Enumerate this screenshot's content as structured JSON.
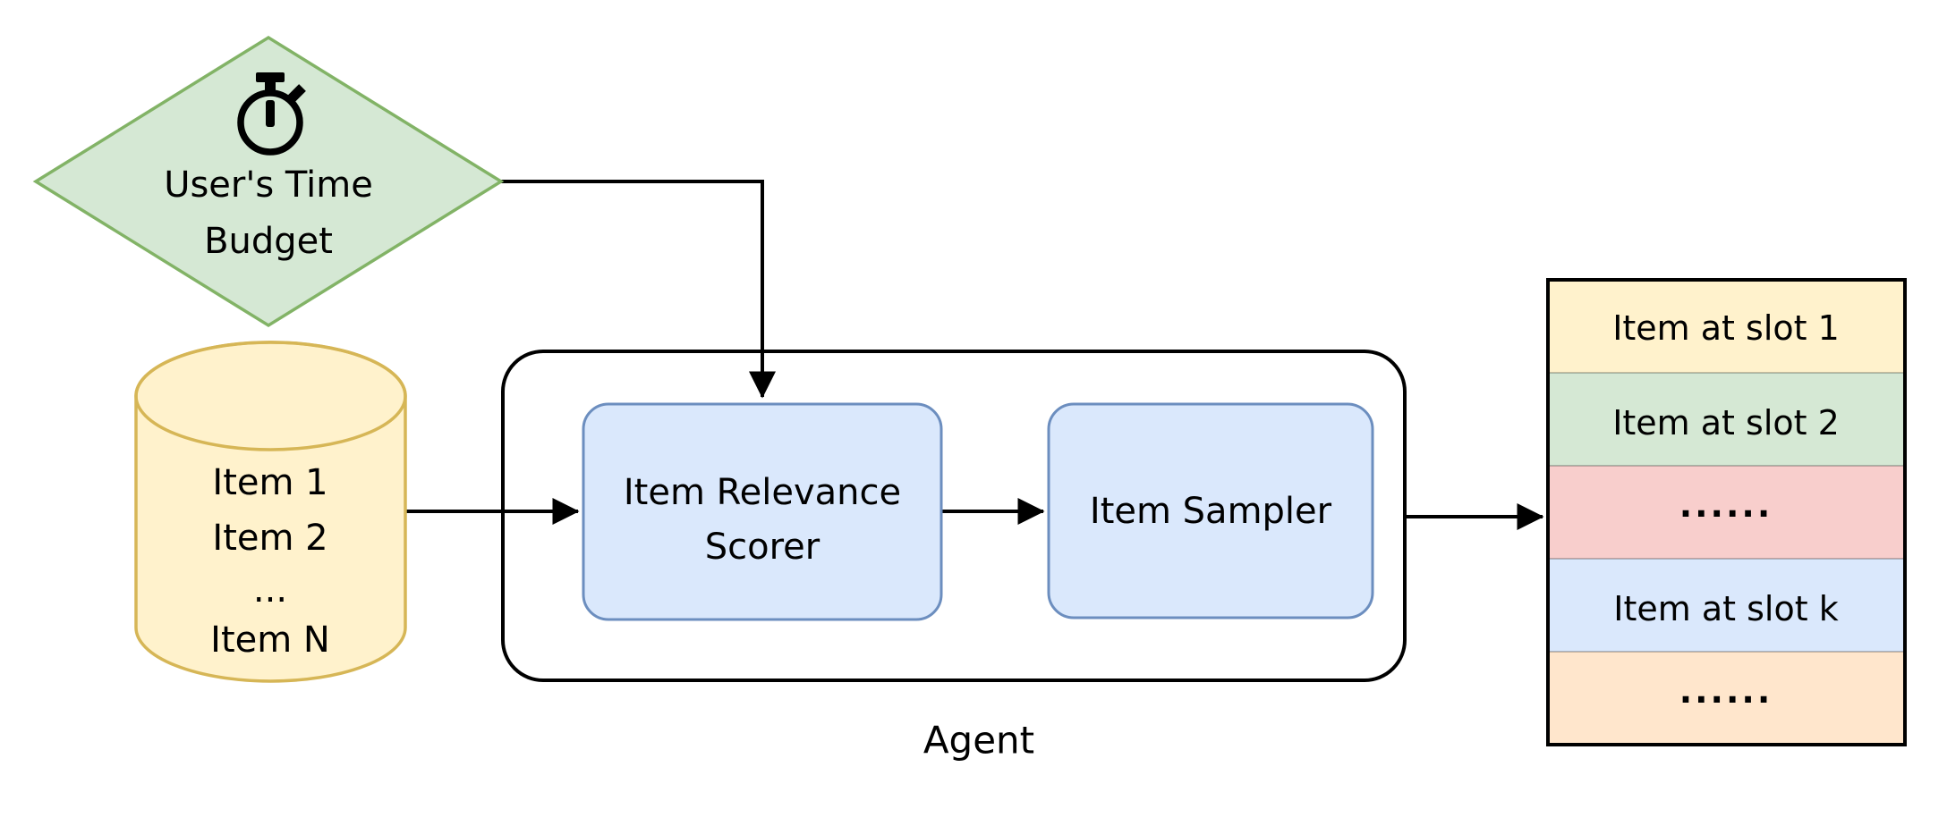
{
  "diagram_title": "Agent",
  "nodes": {
    "time_budget": {
      "icon": "stopwatch-icon",
      "label_line1": "User's Time",
      "label_line2": "Budget",
      "fill": "#d5e8d4",
      "border": "#82b366"
    },
    "item_pool": {
      "line1": "Item 1",
      "line2": "Item 2",
      "line3": "...",
      "line4": "Item N",
      "fill": "#fff2cc",
      "border": "#d6b656"
    },
    "agent": {
      "label": "Agent",
      "border": "#000000"
    },
    "scorer": {
      "label_line1": "Item Relevance",
      "label_line2": "Scorer",
      "fill": "#dae8fc",
      "border": "#6c8ebf"
    },
    "sampler": {
      "label": "Item Sampler",
      "fill": "#dae8fc",
      "border": "#6c8ebf"
    }
  },
  "output_list": {
    "border": "#000000",
    "slots": [
      {
        "label": "Item at slot 1",
        "fill": "#fff2cc"
      },
      {
        "label": "Item at slot 2",
        "fill": "#d5e8d4"
      },
      {
        "label": "......",
        "fill": "#f8cecc"
      },
      {
        "label": "Item at slot k",
        "fill": "#dae8fc"
      },
      {
        "label": "......",
        "fill": "#ffe6cc"
      }
    ]
  },
  "style": {
    "connector_color": "#000000",
    "icon_color": "#000000",
    "background": "#ffffff"
  }
}
